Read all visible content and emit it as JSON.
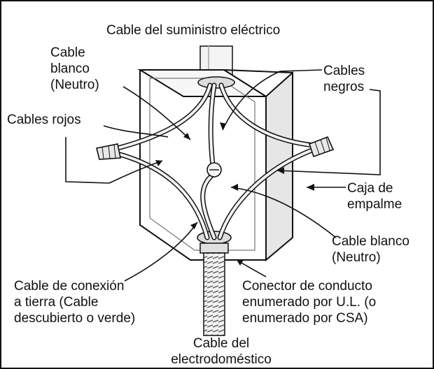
{
  "labels": {
    "supply": [
      "Cable del suministro eléctrico"
    ],
    "white_top": [
      "Cable",
      "blanco",
      "(Neutro)"
    ],
    "black": [
      "Cables",
      "negros"
    ],
    "red": [
      "Cables rojos"
    ],
    "box": [
      "Caja de",
      "empalme"
    ],
    "white_bottom": [
      "Cable blanco",
      "(Neutro)"
    ],
    "ground": [
      "Cable de conexión",
      "a tierra (Cable",
      "descubierto o verde)"
    ],
    "conduit": [
      "Conector de conducto",
      "enumerado por U.L. (o",
      "enumerado por CSA)"
    ],
    "appliance": [
      "Cable del",
      "electrodoméstico"
    ]
  },
  "colors": {
    "line": "#111111",
    "box_fill": "#ffffff",
    "box_shade": "#e6e6e6",
    "background": "#ffffff"
  }
}
